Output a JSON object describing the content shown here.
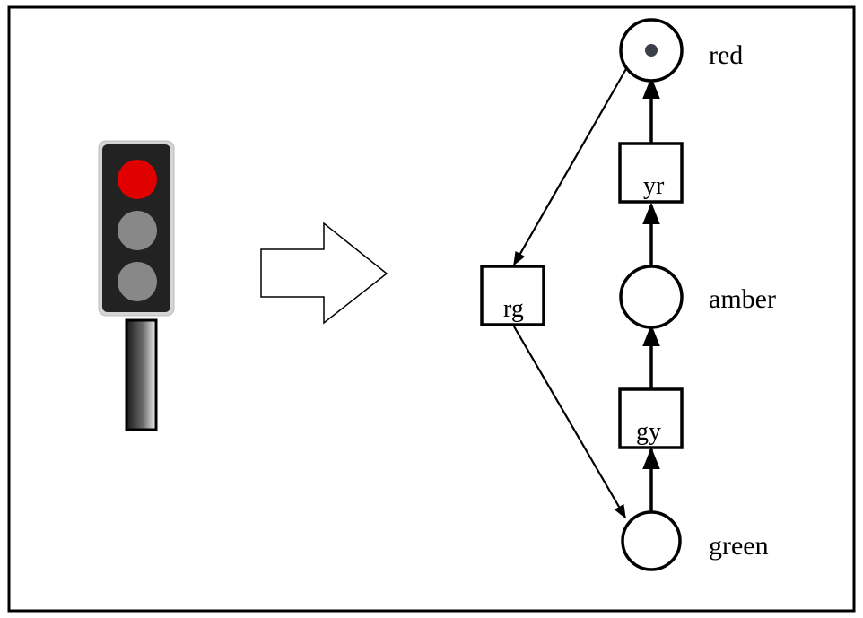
{
  "colors": {
    "frame_border": "#000000",
    "light_housing": "#222222",
    "light_bezel": "#d4d4d4",
    "lamp_on": "#e00000",
    "lamp_off": "#888888",
    "token": "#3a3f4a"
  },
  "traffic_light": {
    "lamps": [
      {
        "name": "red",
        "state": "on"
      },
      {
        "name": "amber",
        "state": "off"
      },
      {
        "name": "green",
        "state": "off"
      }
    ]
  },
  "petri_net": {
    "places": [
      {
        "id": "red",
        "label": "red",
        "tokens": 1
      },
      {
        "id": "amber",
        "label": "amber",
        "tokens": 0
      },
      {
        "id": "green",
        "label": "green",
        "tokens": 0
      }
    ],
    "transitions": [
      {
        "id": "yr",
        "label": "yr"
      },
      {
        "id": "gy",
        "label": "gy"
      },
      {
        "id": "rg",
        "label": "rg"
      }
    ],
    "arcs": [
      {
        "from": "green",
        "to": "gy"
      },
      {
        "from": "gy",
        "to": "amber"
      },
      {
        "from": "amber",
        "to": "yr"
      },
      {
        "from": "yr",
        "to": "red"
      },
      {
        "from": "red",
        "to": "rg"
      },
      {
        "from": "rg",
        "to": "green"
      }
    ]
  }
}
